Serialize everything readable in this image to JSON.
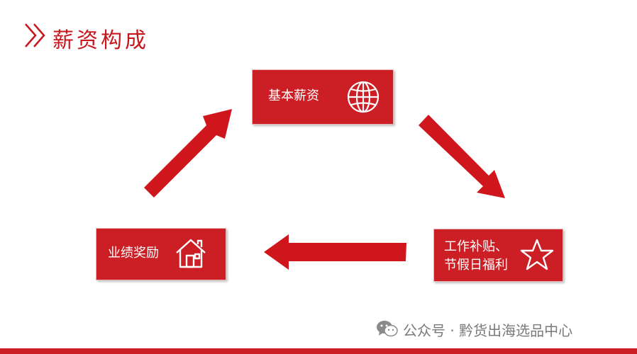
{
  "title": "薪资构成",
  "nodes": {
    "top": {
      "label": "基本薪资",
      "icon": "globe-icon"
    },
    "left": {
      "label": "业绩奖励",
      "icon": "house-icon"
    },
    "right": {
      "label_line1": "工作补贴、",
      "label_line2": "节假日福利",
      "icon": "star-icon"
    }
  },
  "flow": [
    "基本薪资",
    "工作补贴、节假日福利",
    "业绩奖励"
  ],
  "watermark": {
    "text": "公众号 · 黔货出海选品中心",
    "icon": "wechat-icon"
  },
  "colors": {
    "accent": "#cc1e25",
    "watermark": "#7a7a7a"
  }
}
